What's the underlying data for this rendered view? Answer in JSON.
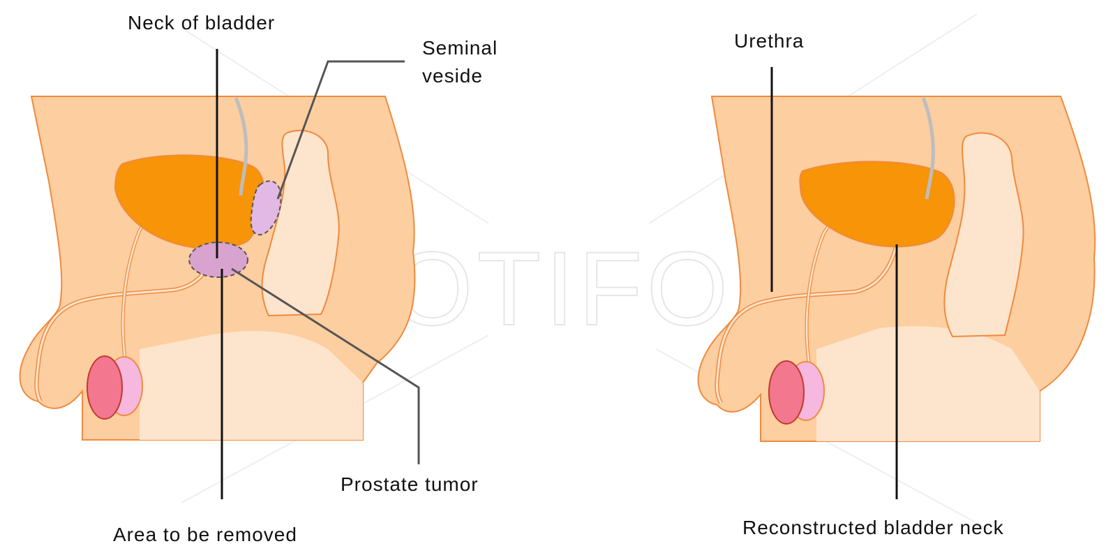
{
  "labels": {
    "neck_of_bladder": "Neck of bladder",
    "seminal_vesicle_line1": "Seminal",
    "seminal_vesicle_line2": "veside",
    "prostate_tumor": "Prostate tumor",
    "area_to_be_removed": "Area to be removed",
    "urethra": "Urethra",
    "reconstructed_bladder_neck": "Reconstructed bladder neck"
  },
  "watermark": "MOTIFOLIO",
  "colors": {
    "body": "#fccea0",
    "body_light": "#fde4cc",
    "outline": "#f08a3e",
    "bladder": "#f79407",
    "prostate": "#d9a3cf",
    "vesicle": "#e2b8e4",
    "testis": "#f2778f",
    "epididymis": "#f6b8df",
    "leader": "#111111",
    "catheter": "#bdbdbd"
  }
}
